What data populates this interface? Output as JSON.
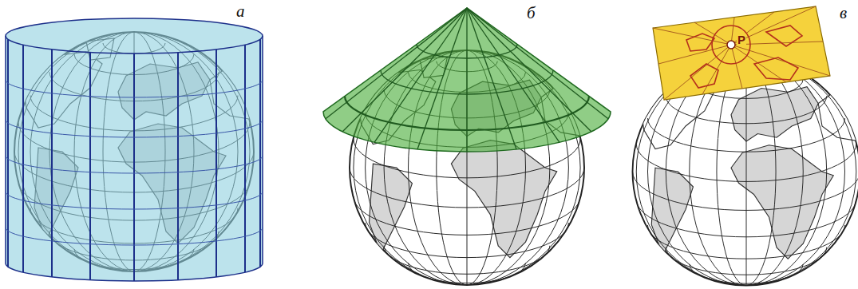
{
  "diagram": {
    "labels": [
      "а",
      "б",
      "в",
      "P"
    ]
  }
}
